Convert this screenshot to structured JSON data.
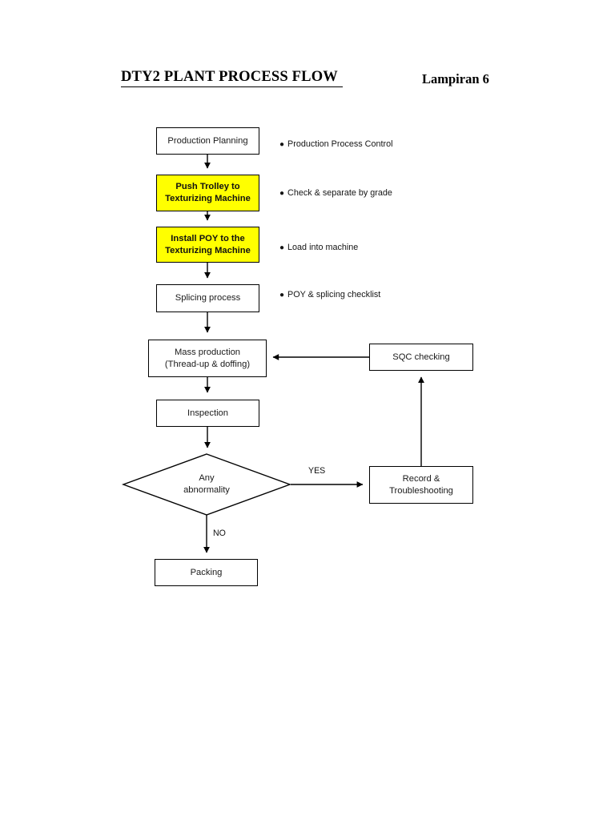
{
  "document": {
    "title": "DTY2 PLANT PROCESS FLOW",
    "reference": "Lampiran 6"
  },
  "colors": {
    "highlight": "#ffff00",
    "line": "#000000",
    "text": "#1a1a1a",
    "page_background": "#ffffff"
  },
  "flowchart": {
    "type": "process-flow-diagram",
    "orientation": "top-to-bottom",
    "nodes": [
      {
        "id": "production-planning",
        "label": "Production Planning",
        "shape": "rectangle",
        "highlighted": false
      },
      {
        "id": "push-trolley",
        "label": "Push Trolley to\nTexturizing Machine",
        "shape": "rectangle",
        "highlighted": true
      },
      {
        "id": "install-poy",
        "label": "Install POY to the\nTexturizing Machine",
        "shape": "rectangle",
        "highlighted": true
      },
      {
        "id": "splicing-process",
        "label": "Splicing process",
        "shape": "rectangle",
        "highlighted": false
      },
      {
        "id": "mass-production",
        "label": "Mass production\n(Thread-up & doffing)",
        "shape": "rectangle",
        "highlighted": false
      },
      {
        "id": "inspection",
        "label": "Inspection",
        "shape": "rectangle",
        "highlighted": false
      },
      {
        "id": "any-abnormality",
        "label": "Any\nabnormality",
        "shape": "diamond",
        "highlighted": false
      },
      {
        "id": "packing",
        "label": "Packing",
        "shape": "rectangle",
        "highlighted": false
      },
      {
        "id": "sqc-checking",
        "label": "SQC checking",
        "shape": "rectangle",
        "highlighted": false
      },
      {
        "id": "record-troubleshooting",
        "label": "Record &\nTroubleshooting",
        "shape": "rectangle",
        "highlighted": false
      }
    ],
    "edges": [
      {
        "from": "production-planning",
        "to": "push-trolley",
        "label": ""
      },
      {
        "from": "push-trolley",
        "to": "install-poy",
        "label": ""
      },
      {
        "from": "install-poy",
        "to": "splicing-process",
        "label": ""
      },
      {
        "from": "splicing-process",
        "to": "mass-production",
        "label": ""
      },
      {
        "from": "mass-production",
        "to": "inspection",
        "label": ""
      },
      {
        "from": "inspection",
        "to": "any-abnormality",
        "label": ""
      },
      {
        "from": "any-abnormality",
        "to": "record-troubleshooting",
        "label": "YES"
      },
      {
        "from": "any-abnormality",
        "to": "packing",
        "label": "NO"
      },
      {
        "from": "record-troubleshooting",
        "to": "sqc-checking",
        "label": ""
      },
      {
        "from": "sqc-checking",
        "to": "mass-production",
        "label": ""
      }
    ],
    "edge_labels": {
      "yes": "YES",
      "no": "NO"
    },
    "annotations": [
      {
        "for": "production-planning",
        "text": "Production Process Control"
      },
      {
        "for": "push-trolley",
        "text": "Check & separate by grade"
      },
      {
        "for": "install-poy",
        "text": "Load into machine"
      },
      {
        "for": "splicing-process",
        "text": "POY & splicing checklist"
      }
    ],
    "bullet_glyph": "●"
  }
}
